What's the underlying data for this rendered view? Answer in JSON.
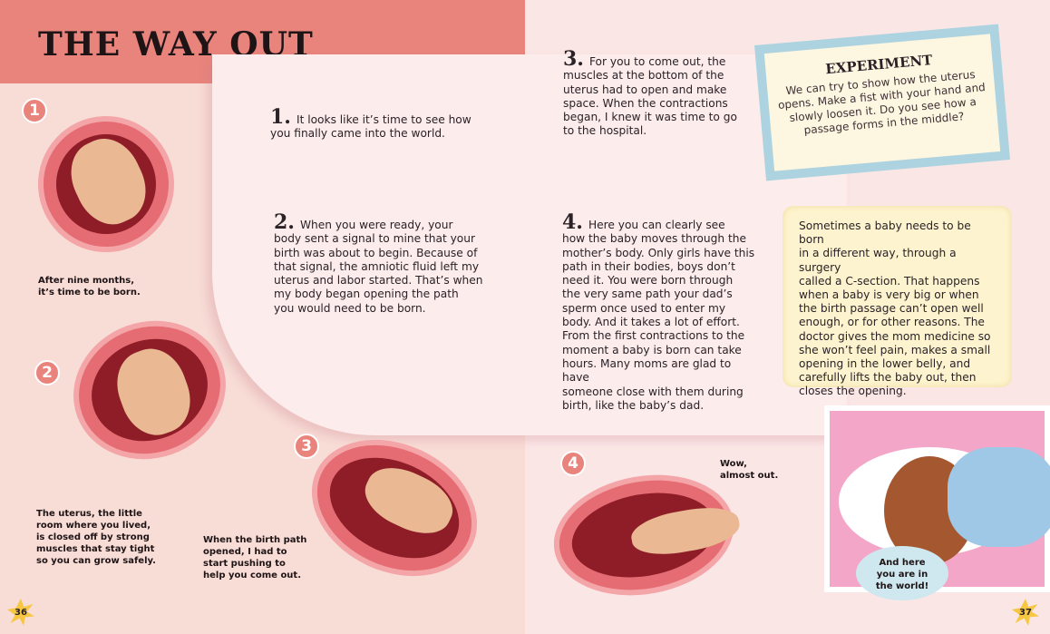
{
  "title": "THE WAY OUT",
  "steps": [
    {
      "num": "1.",
      "text": "It looks like it’s time to see how\nyou finally came into the world."
    },
    {
      "num": "2.",
      "text": "When you were ready, your\nbody sent a signal to mine that your\nbirth was about to begin. Because of\nthat signal, the amniotic fluid left my\nuterus and labor started. That’s when\nmy body began opening the path\nyou would need to be born."
    },
    {
      "num": "3.",
      "text": "For you to come out, the\nmuscles at the bottom of the\nuterus had to open and make\nspace. When the contractions\nbegan, I knew it was time to go\nto the hospital."
    },
    {
      "num": "4.",
      "text": "Here you can clearly see\nhow the baby moves through the\nmother’s body. Only girls have this\npath in their bodies, boys don’t\nneed it. You were born through\nthe very same path your dad’s\nsperm once used to enter my\nbody. And it takes a lot of effort.\nFrom the first contractions to the\nmoment a baby is born can take\nhours. Many moms are glad to have\nsomeone close with them during\nbirth, like the baby’s dad."
    }
  ],
  "badges": [
    "1",
    "2",
    "3",
    "4"
  ],
  "captions": {
    "c1": "After nine months,\nit’s time to be born.",
    "c2": "The uterus, the little\nroom where you lived,\nis closed off by strong\nmuscles that stay tight\nso you can grow safely.",
    "c3": "When the birth path\nopened, I had to\nstart pushing to\nhelp you come out.",
    "c4": "Wow,\nalmost out.",
    "c5": "And here\nyou are in\nthe world!"
  },
  "experiment": {
    "title": "EXPERIMENT",
    "text": "We can try to show how the uterus\nopens. Make a fist with your hand and\nslowly loosen it. Do you see how a\npassage forms in the middle?"
  },
  "csection": "Sometimes a baby needs to be born\nin a different way, through a surgery\ncalled a C-section. That happens\nwhen a baby is very big or when\nthe birth passage can’t open well\nenough, or for other reasons. The\ndoctor gives the mom medicine so\nshe won’t feel pain, makes a small\nopening in the lower belly, and\ncarefully lifts the baby out, then\ncloses the opening.",
  "page_numbers": {
    "left": "36",
    "right": "37"
  }
}
